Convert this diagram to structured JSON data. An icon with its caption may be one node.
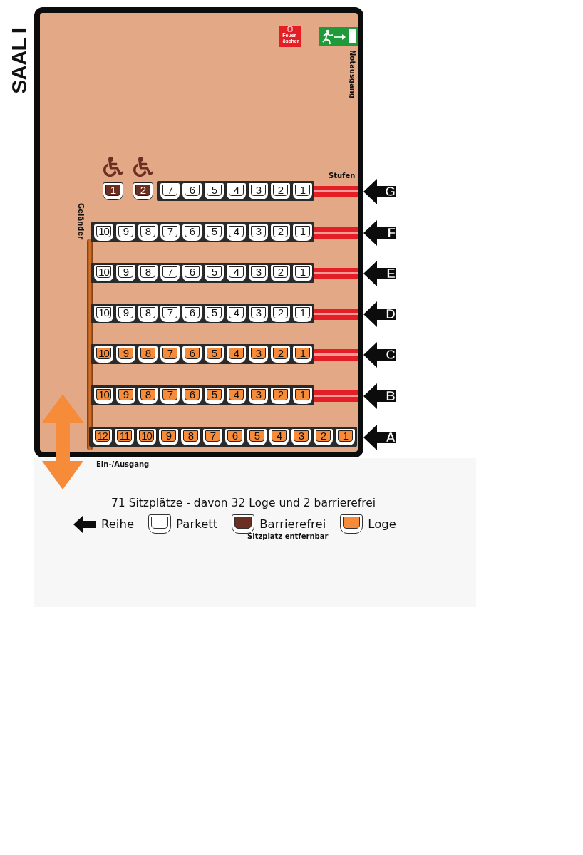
{
  "diagram": {
    "nodes": [
      {
        "text": [
          "SAAL I"
        ]
      },
      {
        "text": [
          "1"
        ],
        "in": 0
      },
      {
        "text": [
          "2"
        ],
        "in": 0
      },
      {
        "text": [
          "7"
        ],
        "in": 0
      },
      {
        "text": [
          "6"
        ],
        "in": 0
      },
      {
        "text": [
          "5"
        ],
        "in": 0
      },
      {
        "text": [
          "4"
        ],
        "in": 0
      },
      {
        "text": [
          "3"
        ],
        "in": 0
      },
      {
        "text": [
          "2"
        ],
        "in": 0
      },
      {
        "text": [
          "1"
        ],
        "in": 0
      },
      {
        "text": [
          "G"
        ]
      },
      {
        "text": [
          "10"
        ],
        "in": 0
      },
      {
        "text": [
          "9"
        ],
        "in": 0
      },
      {
        "text": [
          "8"
        ],
        "in": 0
      },
      {
        "text": [
          "7"
        ],
        "in": 0
      },
      {
        "text": [
          "6"
        ],
        "in": 0
      },
      {
        "text": [
          "5"
        ],
        "in": 0
      },
      {
        "text": [
          "4"
        ],
        "in": 0
      },
      {
        "text": [
          "3"
        ],
        "in": 0
      },
      {
        "text": [
          "2"
        ],
        "in": 0
      },
      {
        "text": [
          "1"
        ],
        "in": 0
      },
      {
        "text": [
          "F"
        ]
      },
      {
        "text": [
          "10"
        ],
        "in": 0
      },
      {
        "text": [
          "9"
        ],
        "in": 0
      },
      {
        "text": [
          "8"
        ],
        "in": 0
      },
      {
        "text": [
          "7"
        ],
        "in": 0
      },
      {
        "text": [
          "6"
        ],
        "in": 0
      },
      {
        "text": [
          "5"
        ],
        "in": 0
      },
      {
        "text": [
          "4"
        ],
        "in": 0
      },
      {
        "text": [
          "3"
        ],
        "in": 0
      },
      {
        "text": [
          "2"
        ],
        "in": 0
      },
      {
        "text": [
          "1"
        ],
        "in": 0
      },
      {
        "text": [
          "E"
        ]
      },
      {
        "text": [
          "10"
        ],
        "in": 0
      },
      {
        "text": [
          "9"
        ],
        "in": 0
      },
      {
        "text": [
          "8"
        ],
        "in": 0
      },
      {
        "text": [
          "7"
        ],
        "in": 0
      },
      {
        "text": [
          "6"
        ],
        "in": 0
      },
      {
        "text": [
          "5"
        ],
        "in": 0
      },
      {
        "text": [
          "4"
        ],
        "in": 0
      },
      {
        "text": [
          "3"
        ],
        "in": 0
      },
      {
        "text": [
          "2"
        ],
        "in": 0
      },
      {
        "text": [
          "1"
        ],
        "in": 0
      },
      {
        "text": [
          "D"
        ]
      },
      {
        "text": [
          "10"
        ],
        "in": 0
      },
      {
        "text": [
          "9"
        ],
        "in": 0
      },
      {
        "text": [
          "8"
        ],
        "in": 0
      },
      {
        "text": [
          "7"
        ],
        "in": 0
      },
      {
        "text": [
          "6"
        ],
        "in": 0
      },
      {
        "text": [
          "5"
        ],
        "in": 0
      },
      {
        "text": [
          "4"
        ],
        "in": 0
      },
      {
        "text": [
          "3"
        ],
        "in": 0
      },
      {
        "text": [
          "2"
        ],
        "in": 0
      },
      {
        "text": [
          "1"
        ],
        "in": 0
      },
      {
        "text": [
          "C"
        ]
      },
      {
        "text": [
          "10"
        ],
        "in": 0
      },
      {
        "text": [
          "9"
        ],
        "in": 0
      },
      {
        "text": [
          "8"
        ],
        "in": 0
      },
      {
        "text": [
          "7"
        ],
        "in": 0
      },
      {
        "text": [
          "6"
        ],
        "in": 0
      },
      {
        "text": [
          "5"
        ],
        "in": 0
      },
      {
        "text": [
          "4"
        ],
        "in": 0
      },
      {
        "text": [
          "3"
        ],
        "in": 0
      },
      {
        "text": [
          "2"
        ],
        "in": 0
      },
      {
        "text": [
          "1"
        ],
        "in": 0
      },
      {
        "text": [
          "B"
        ]
      },
      {
        "text": [
          "12"
        ],
        "in": 0
      },
      {
        "text": [
          "11"
        ],
        "in": 0
      },
      {
        "text": [
          "10"
        ],
        "in": 0
      },
      {
        "text": [
          "9"
        ],
        "in": 0
      },
      {
        "text": [
          "8"
        ],
        "in": 0
      },
      {
        "text": [
          "7"
        ],
        "in": 0
      },
      {
        "text": [
          "6"
        ],
        "in": 0
      },
      {
        "text": [
          "5"
        ],
        "in": 0
      },
      {
        "text": [
          "4"
        ],
        "in": 0
      },
      {
        "text": [
          "3"
        ],
        "in": 0
      },
      {
        "text": [
          "2"
        ],
        "in": 0
      },
      {
        "text": [
          "1"
        ],
        "in": 0
      },
      {
        "text": [
          "A"
        ]
      }
    ],
    "labels": [
      "Feuer- löscher",
      "Notausgang",
      "Stufen",
      "Geländer",
      "Ein-/Ausgang",
      "71 Sitzplätze - davon 32 Loge und 2 barrierefrei",
      "Sitzplatz entfernbar"
    ],
    "legend": [
      {
        "text": "Reihe"
      },
      {
        "text": "Parkett",
        "color": "#ffffff"
      },
      {
        "text": "Barrierefrei",
        "color": "#6b2e22"
      },
      {
        "text": "Loge",
        "color": "#f68b3a"
      }
    ]
  }
}
